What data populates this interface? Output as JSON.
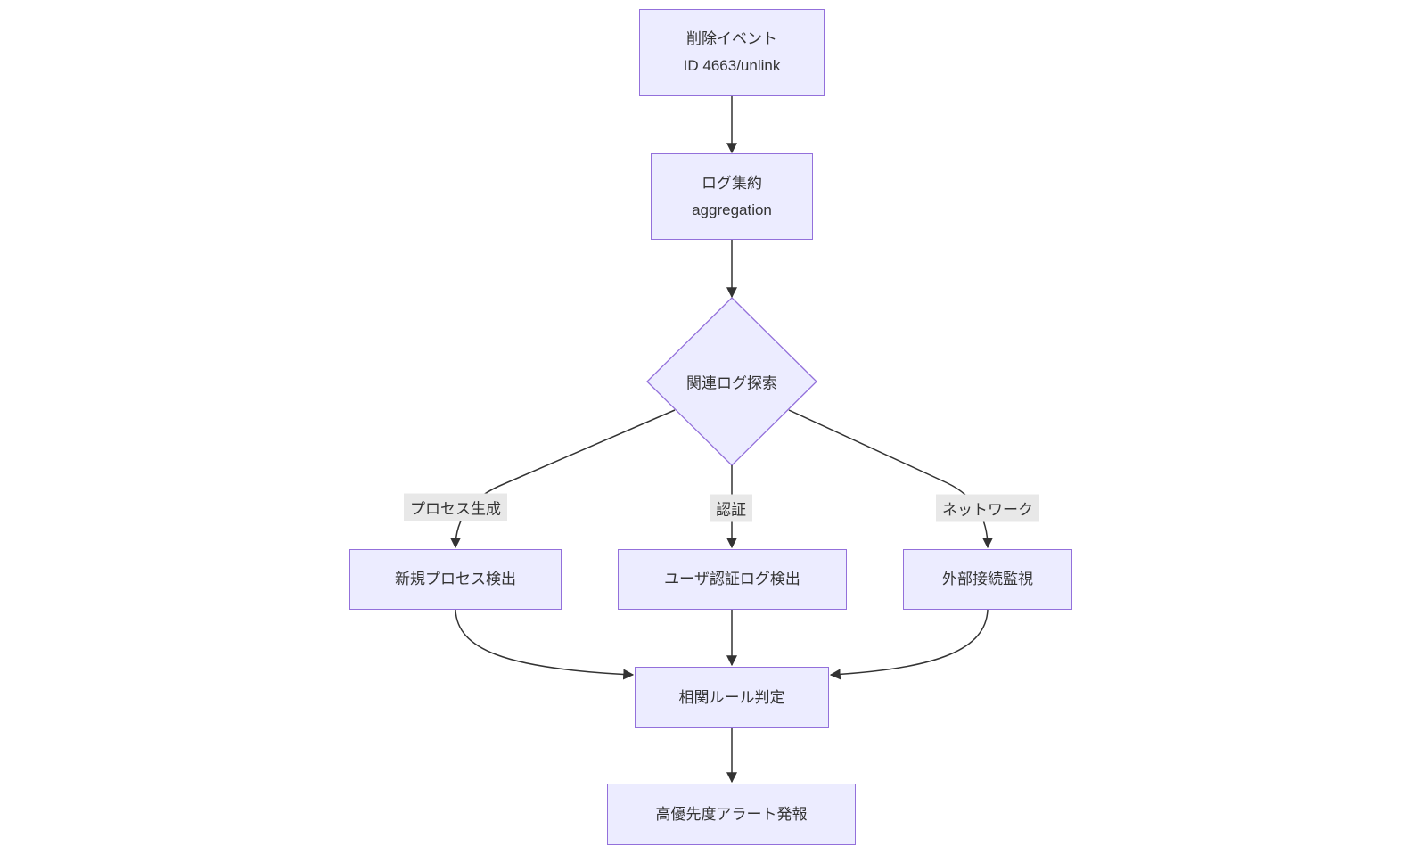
{
  "diagram_type": "flowchart-top-down",
  "nodes": {
    "delete_event": {
      "shape": "rect",
      "line1": "削除イベント",
      "line2": "ID 4663/unlink"
    },
    "log_aggregation": {
      "shape": "rect",
      "line1": "ログ集約",
      "line2": "aggregation"
    },
    "related_log_search": {
      "shape": "diamond",
      "label": "関連ログ探索"
    },
    "new_process_detect": {
      "shape": "rect",
      "label": "新規プロセス検出"
    },
    "user_auth_log_detect": {
      "shape": "rect",
      "label": "ユーザ認証ログ検出"
    },
    "external_connection_monitor": {
      "shape": "rect",
      "label": "外部接続監視"
    },
    "correlation_rule_judge": {
      "shape": "rect",
      "label": "相関ルール判定"
    },
    "high_priority_alert": {
      "shape": "rect",
      "label": "高優先度アラート発報"
    }
  },
  "edges": [
    {
      "from": "delete_event",
      "to": "log_aggregation"
    },
    {
      "from": "log_aggregation",
      "to": "related_log_search"
    },
    {
      "from": "related_log_search",
      "to": "new_process_detect",
      "label": "プロセス生成"
    },
    {
      "from": "related_log_search",
      "to": "user_auth_log_detect",
      "label": "認証"
    },
    {
      "from": "related_log_search",
      "to": "external_connection_monitor",
      "label": "ネットワーク"
    },
    {
      "from": "new_process_detect",
      "to": "correlation_rule_judge"
    },
    {
      "from": "user_auth_log_detect",
      "to": "correlation_rule_judge"
    },
    {
      "from": "external_connection_monitor",
      "to": "correlation_rule_judge"
    },
    {
      "from": "correlation_rule_judge",
      "to": "high_priority_alert"
    }
  ],
  "colors": {
    "node_fill": "#ECECFF",
    "node_border": "#9370DB",
    "edge_color": "#333333",
    "text_color": "#333333",
    "edge_label_bg": "#e8e8e8"
  }
}
